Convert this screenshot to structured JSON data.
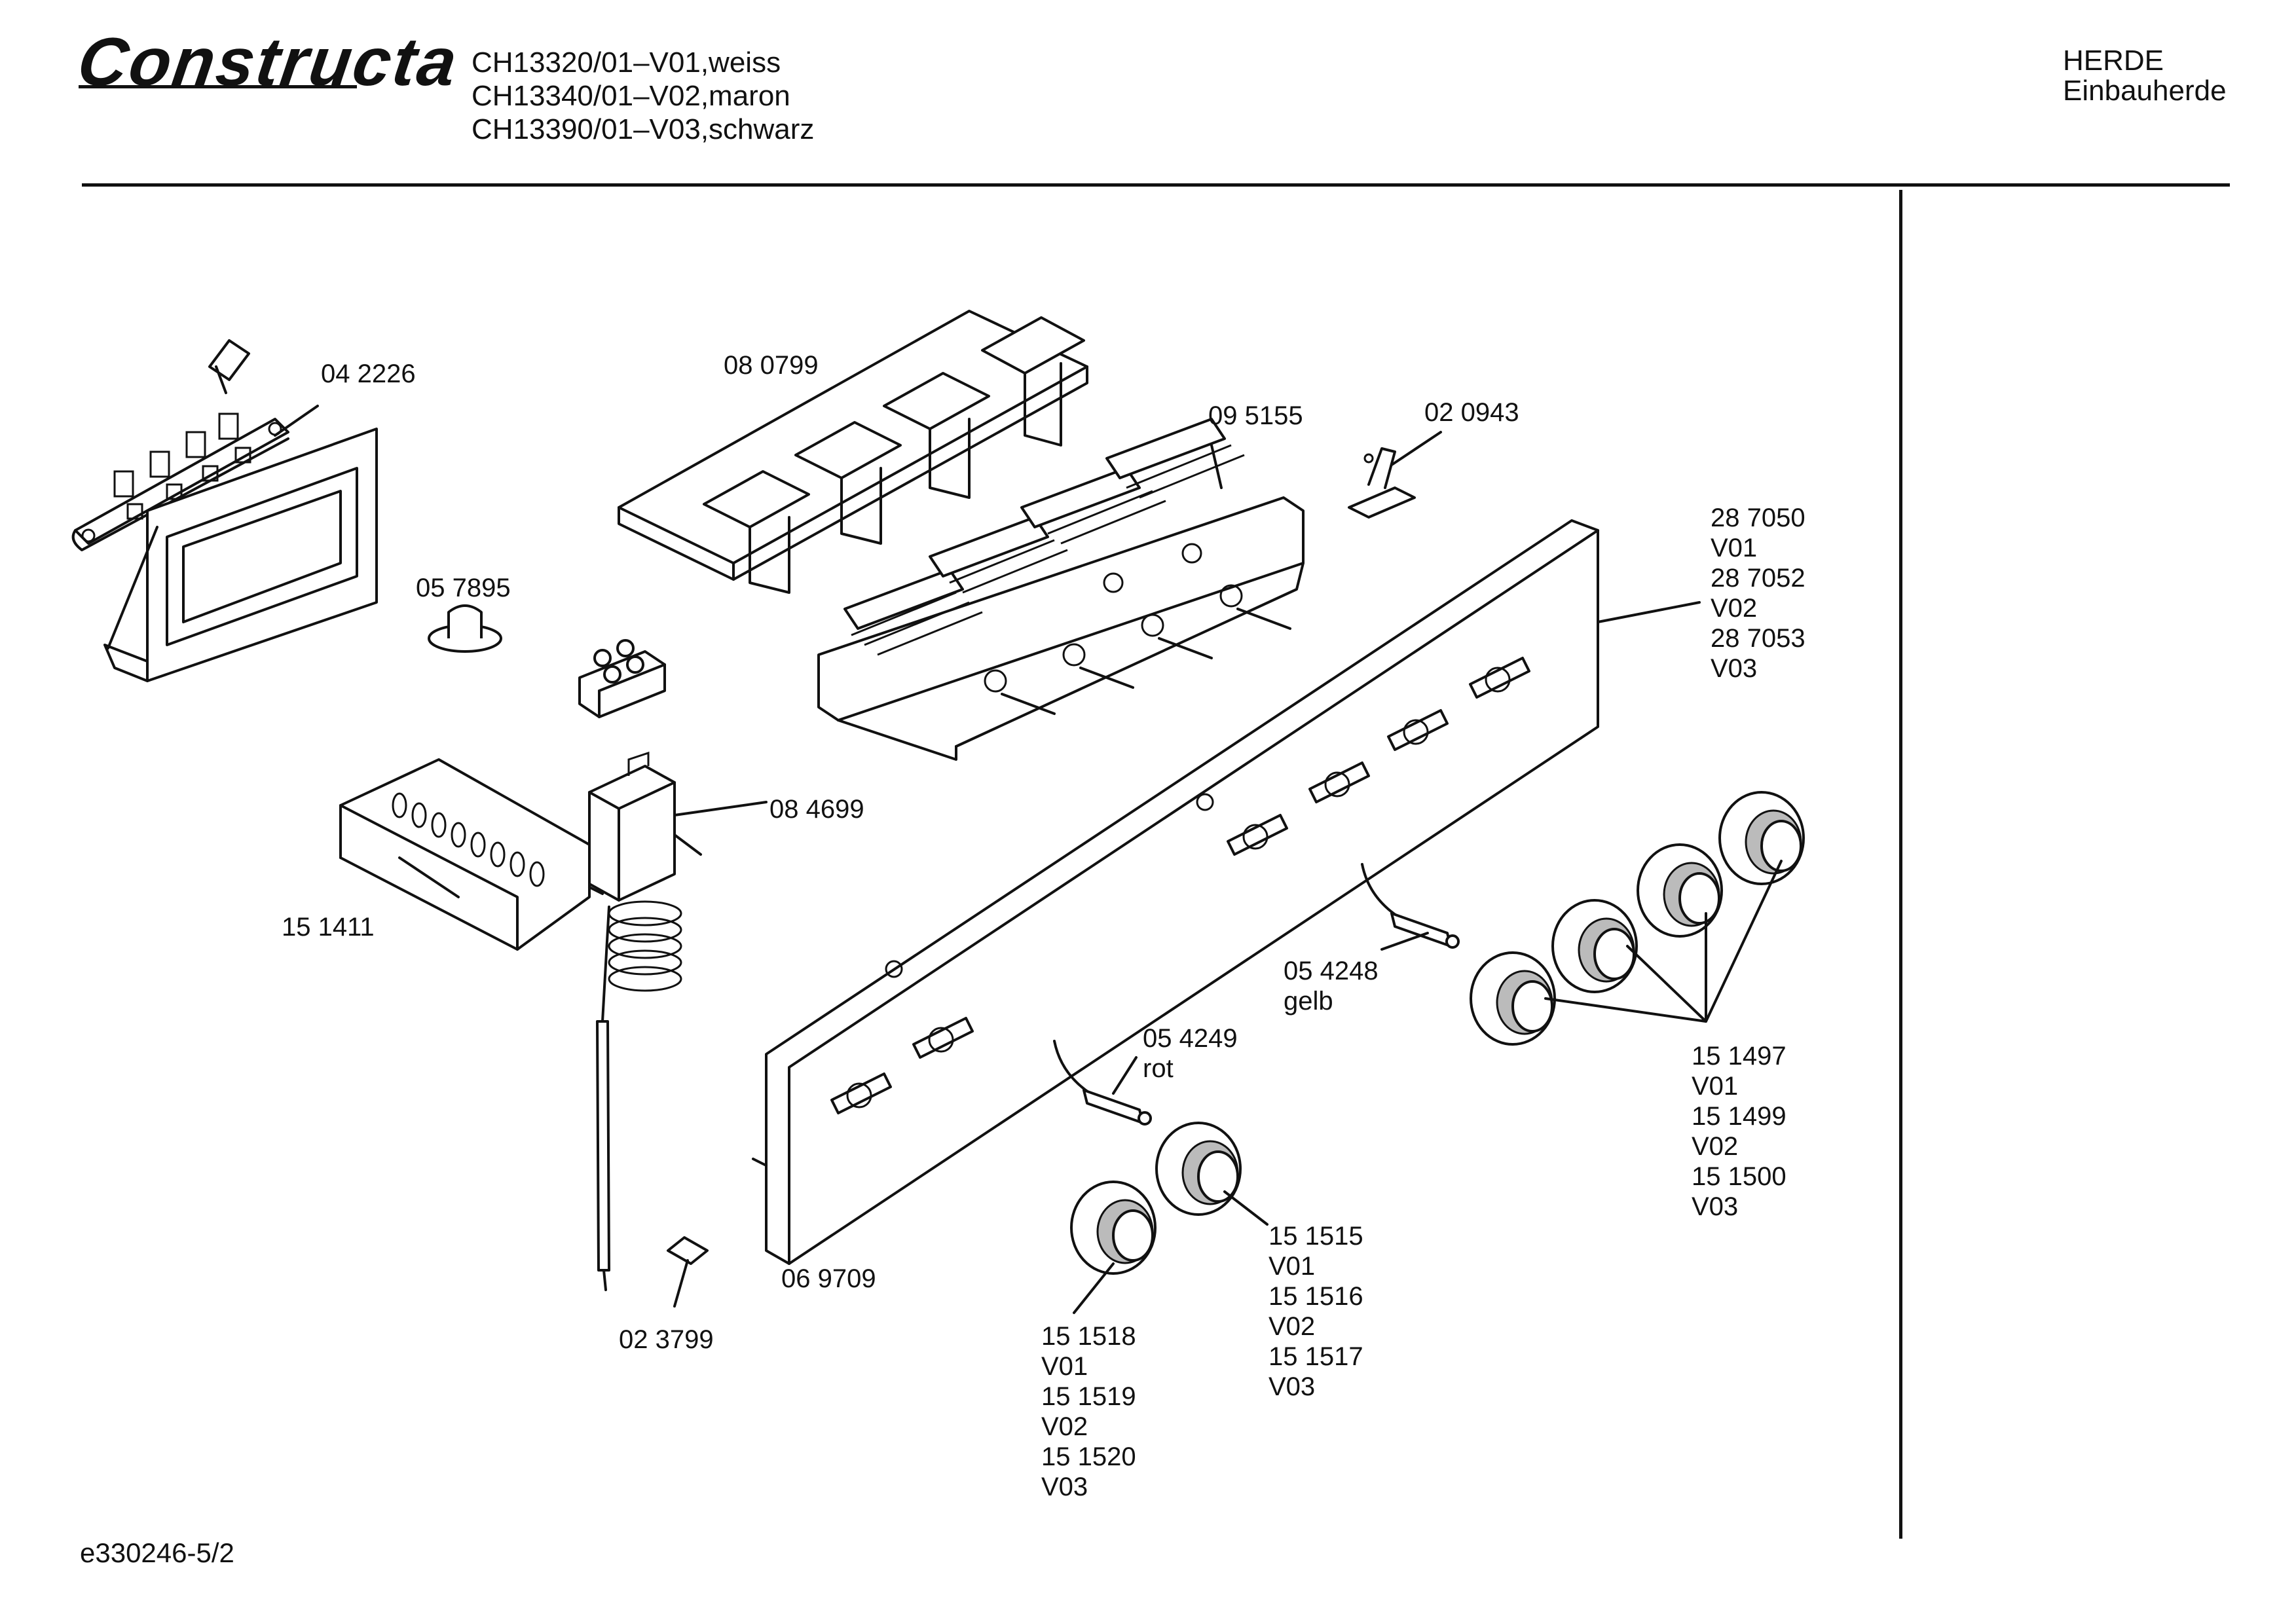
{
  "header": {
    "brand": "Constructa",
    "models": [
      "CH13320/01–V01,weiss",
      "CH13340/01–V02,maron",
      "CH13390/01–V03,schwarz"
    ],
    "category": "HERDE",
    "subcategory": "Einbauherde"
  },
  "footer": {
    "drawing_id": "e330246-5/2"
  },
  "parts": {
    "p042226": "04 2226",
    "p080799": "08 0799",
    "p095155": "09 5155",
    "p020943": "02 0943",
    "p057895": "05 7895",
    "p084699": "08 4699",
    "p151411": "15 1411",
    "p054248": [
      "05 4248",
      "gelb"
    ],
    "p054249": [
      "05 4249",
      "rot"
    ],
    "p023799": "02 3799",
    "p069709": "06 9709",
    "panel": [
      "28 7050",
      "V01",
      "28 7052",
      "V02",
      "28 7053",
      "V03"
    ],
    "knobs_right": [
      "15 1497",
      "V01",
      "15 1499",
      "V02",
      "15 1500",
      "V03"
    ],
    "knob_b": [
      "15 1515",
      "V01",
      "15 1516",
      "V02",
      "15 1517",
      "V03"
    ],
    "knob_a": [
      "15 1518",
      "V01",
      "15 1519",
      "V02",
      "15 1520",
      "V03"
    ]
  }
}
